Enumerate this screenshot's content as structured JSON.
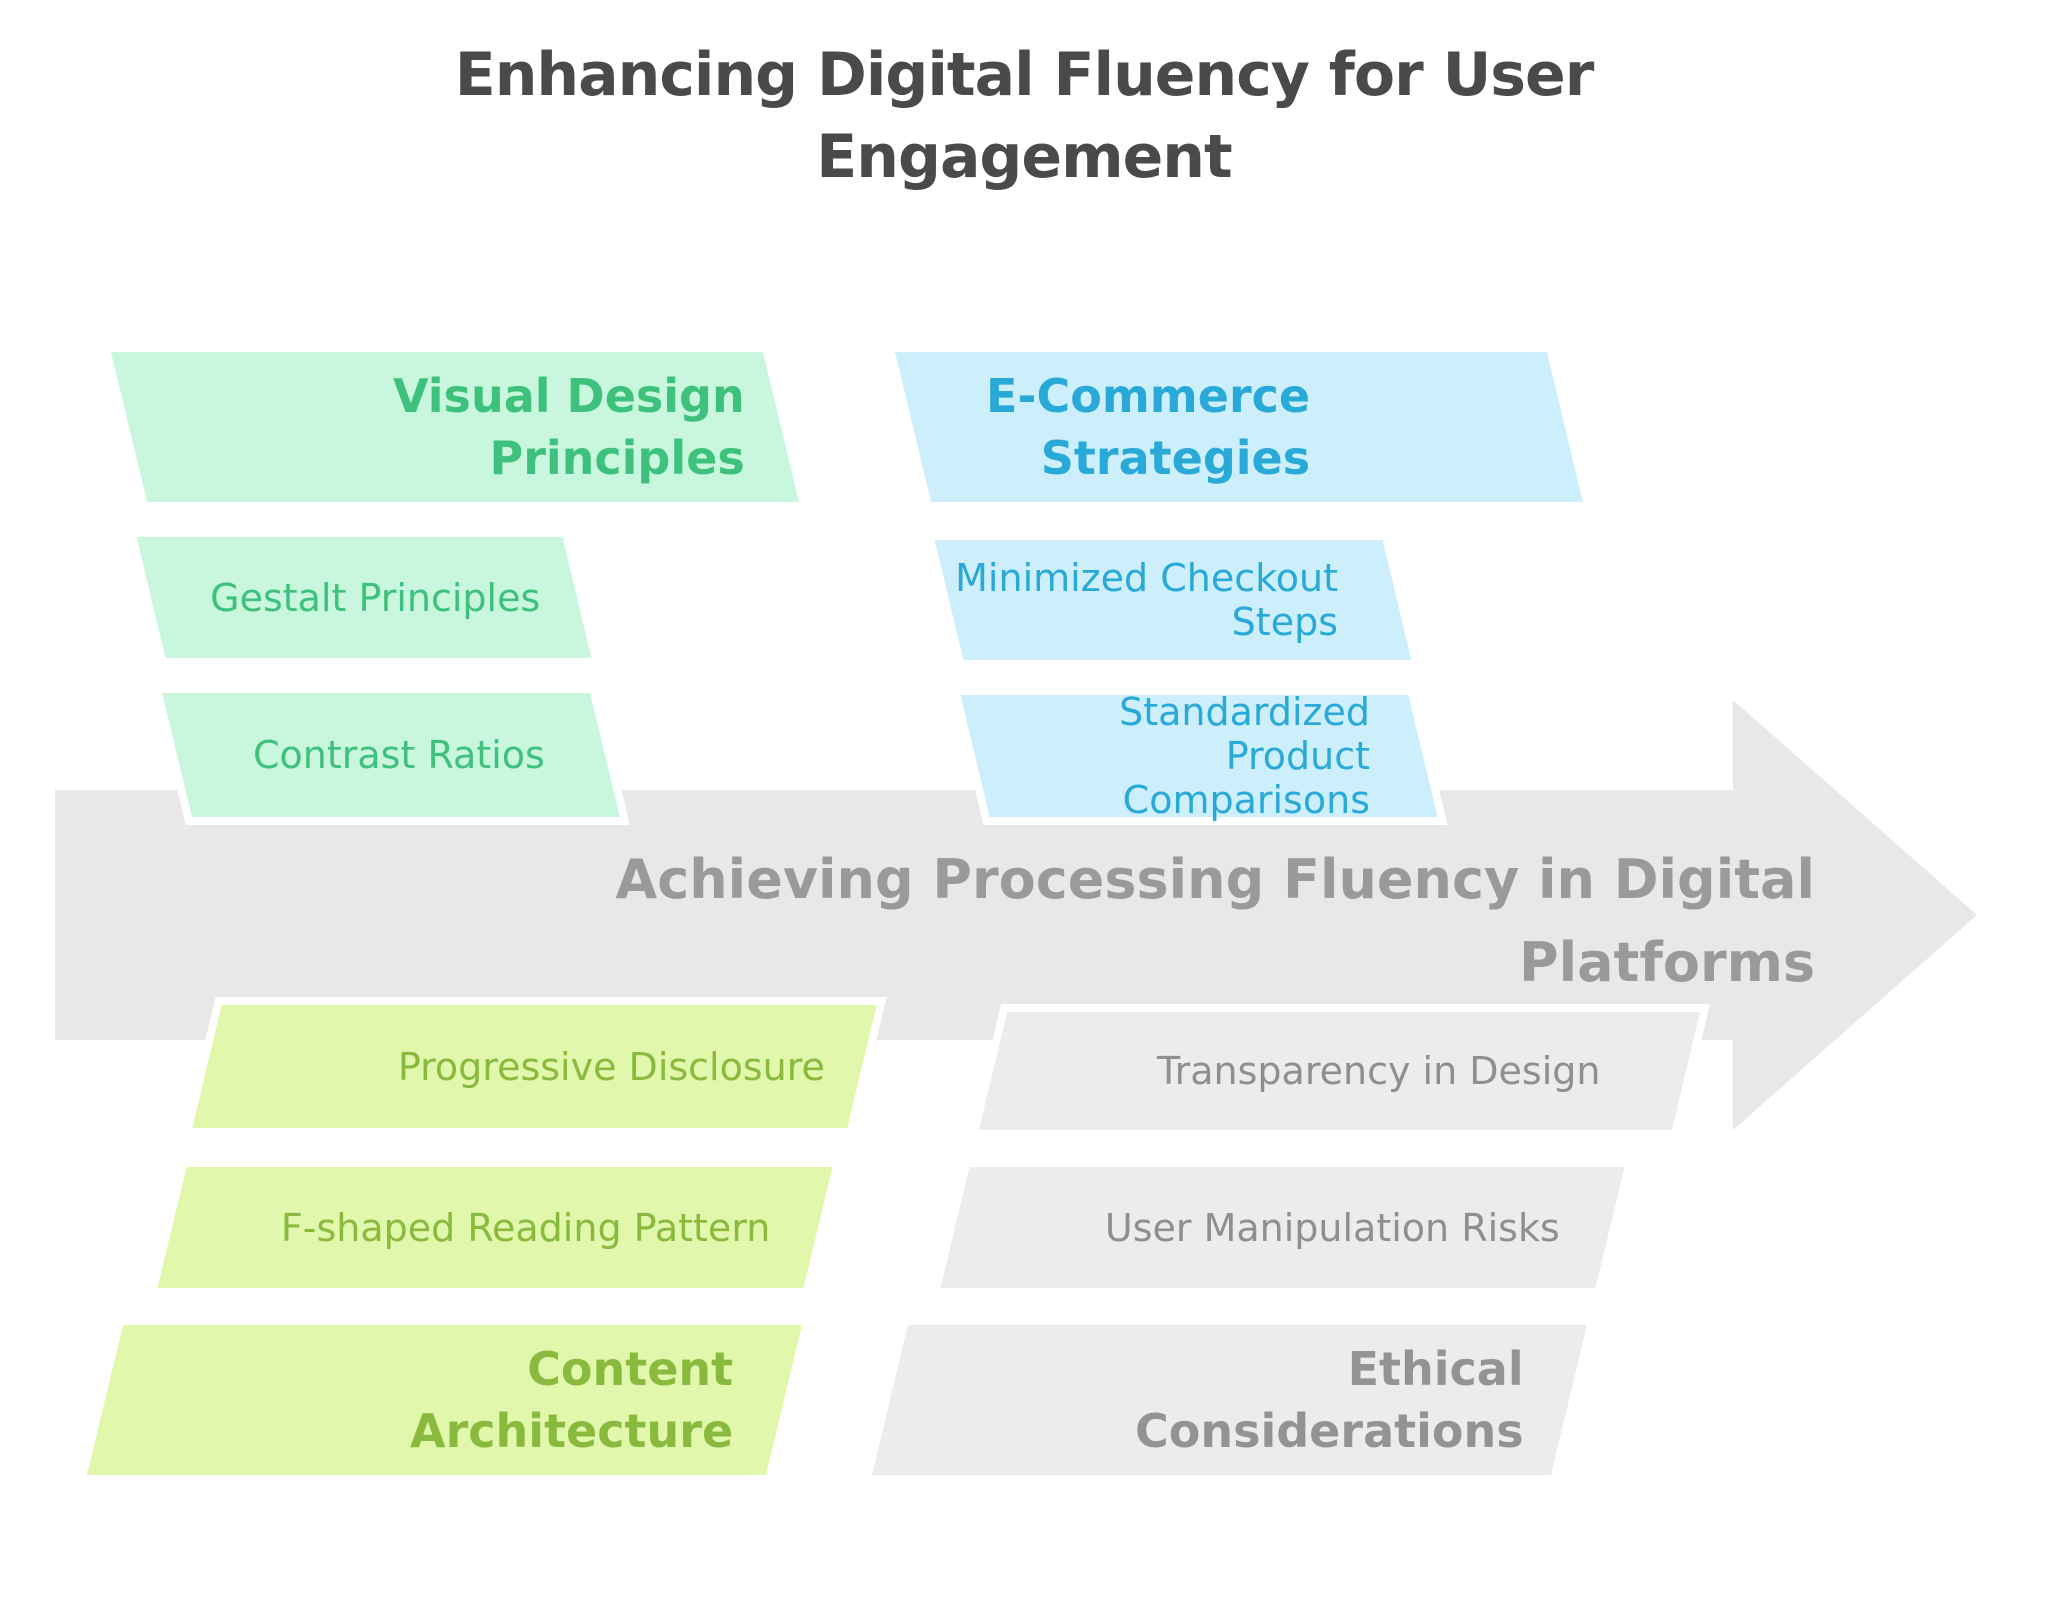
{
  "title": "Enhancing Digital Fluency for User\nEngagement",
  "arrow": {
    "label": "Achieving Processing Fluency in Digital\nPlatforms"
  },
  "sections": {
    "visual_design": {
      "header": "Visual Design\nPrinciples",
      "items": [
        "Gestalt Principles",
        "Contrast Ratios"
      ]
    },
    "ecommerce": {
      "header": "E-Commerce\nStrategies",
      "items": [
        "Minimized Checkout Steps",
        "Standardized Product\nComparisons"
      ]
    },
    "content_architecture": {
      "header": "Content\nArchitecture",
      "items": [
        "Progressive Disclosure",
        "F-shaped Reading Pattern"
      ]
    },
    "ethical": {
      "header": "Ethical\nConsiderations",
      "items": [
        "Transparency in Design",
        "User Manipulation Risks"
      ]
    }
  },
  "colors": {
    "title_text": "#4a4a4a",
    "arrow_fill": "#e8e8e8",
    "arrow_text": "#9a9a9a",
    "green_bg": "#c8f7dd",
    "green_text": "#3ec17d",
    "blue_bg": "#cdeffb",
    "blue_text": "#29a9d7",
    "lime_bg": "#e1f7ab",
    "lime_text": "#89ba3d",
    "gray_bg": "#ececec",
    "gray_text": "#8f8f8f"
  }
}
